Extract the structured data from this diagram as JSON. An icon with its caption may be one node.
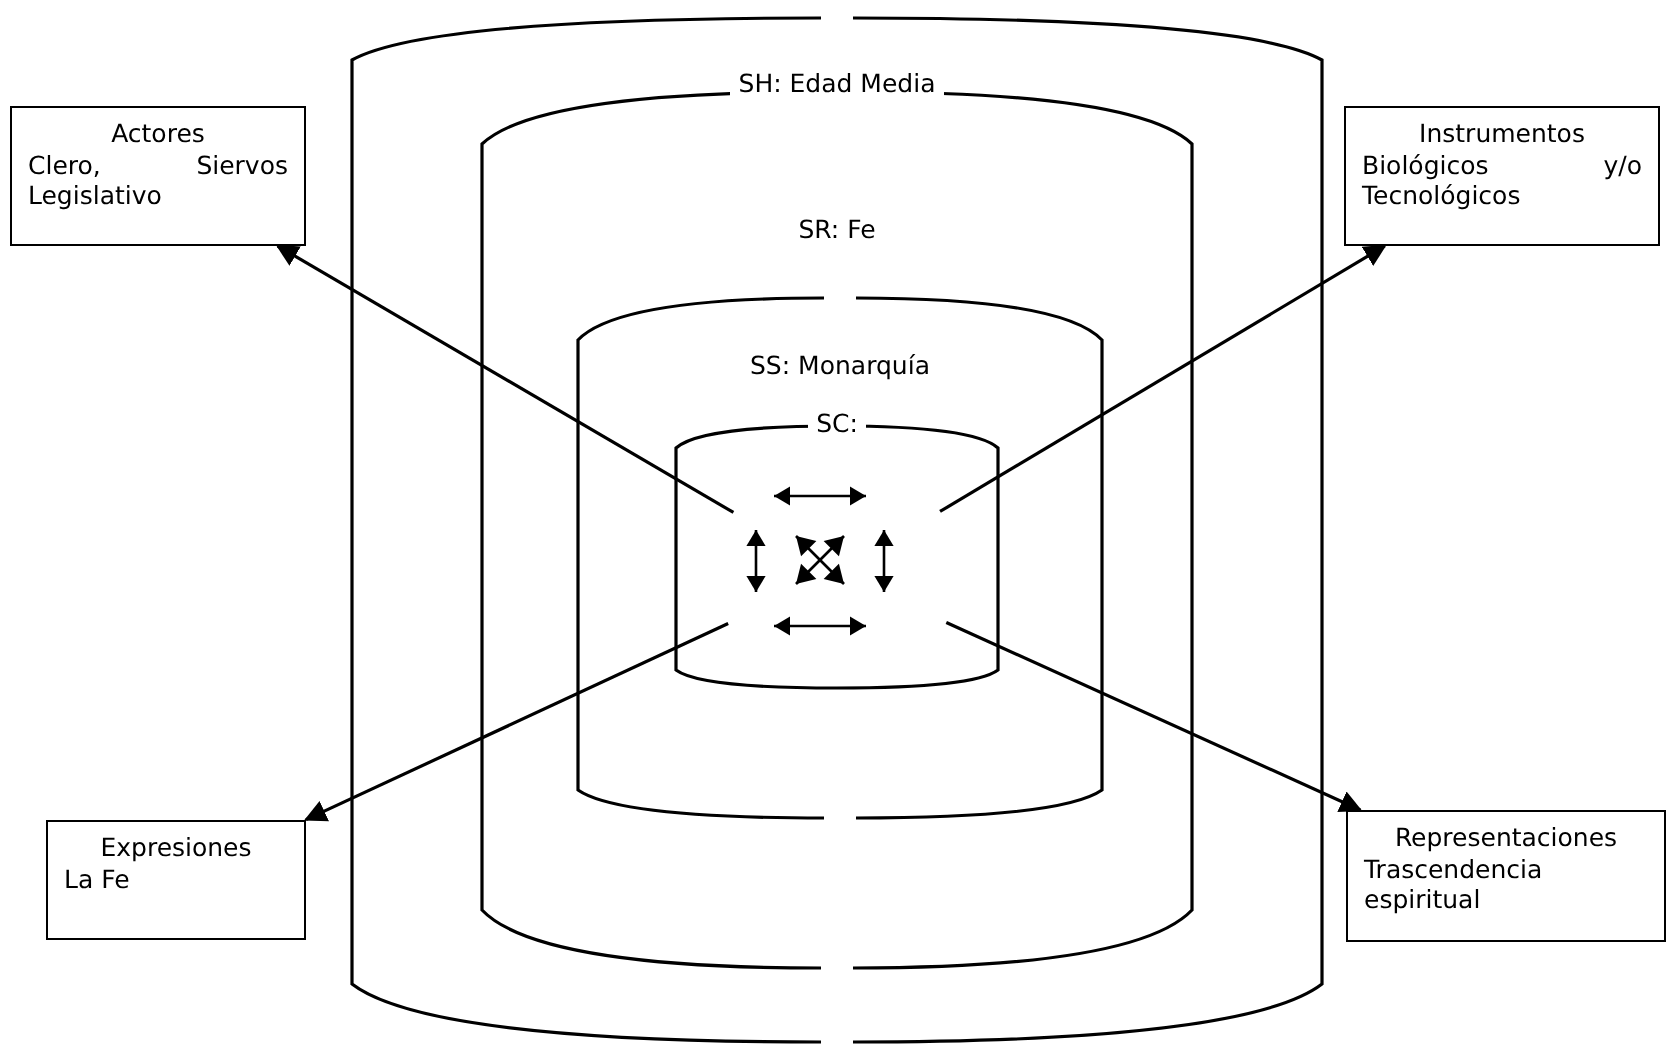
{
  "diagram": {
    "nodes": [
      {
        "text": [
          "SH: Edad Media"
        ]
      },
      {
        "text": [
          "SR: Fe"
        ],
        "in": 0
      },
      {
        "text": [
          "SS: Monarquía"
        ],
        "in": 1
      },
      {
        "text": [
          "SC:"
        ],
        "in": 2
      },
      {
        "text": [
          "Actores",
          "Clero, Siervos Legislativo"
        ]
      },
      {
        "text": [
          "Instrumentos",
          "Biológicos y/o Tecnológicos"
        ]
      },
      {
        "text": [
          "Expresiones",
          "La Fe"
        ]
      },
      {
        "text": [
          "Representaciones",
          "Trascendencia espiritual"
        ]
      }
    ],
    "edges": [
      {
        "from": 3,
        "to": 4,
        "arrow": "to"
      },
      {
        "from": 3,
        "to": 5,
        "arrow": "to"
      },
      {
        "from": 3,
        "to": 6,
        "arrow": "to"
      },
      {
        "from": 3,
        "to": 7,
        "arrow": "to"
      }
    ]
  }
}
